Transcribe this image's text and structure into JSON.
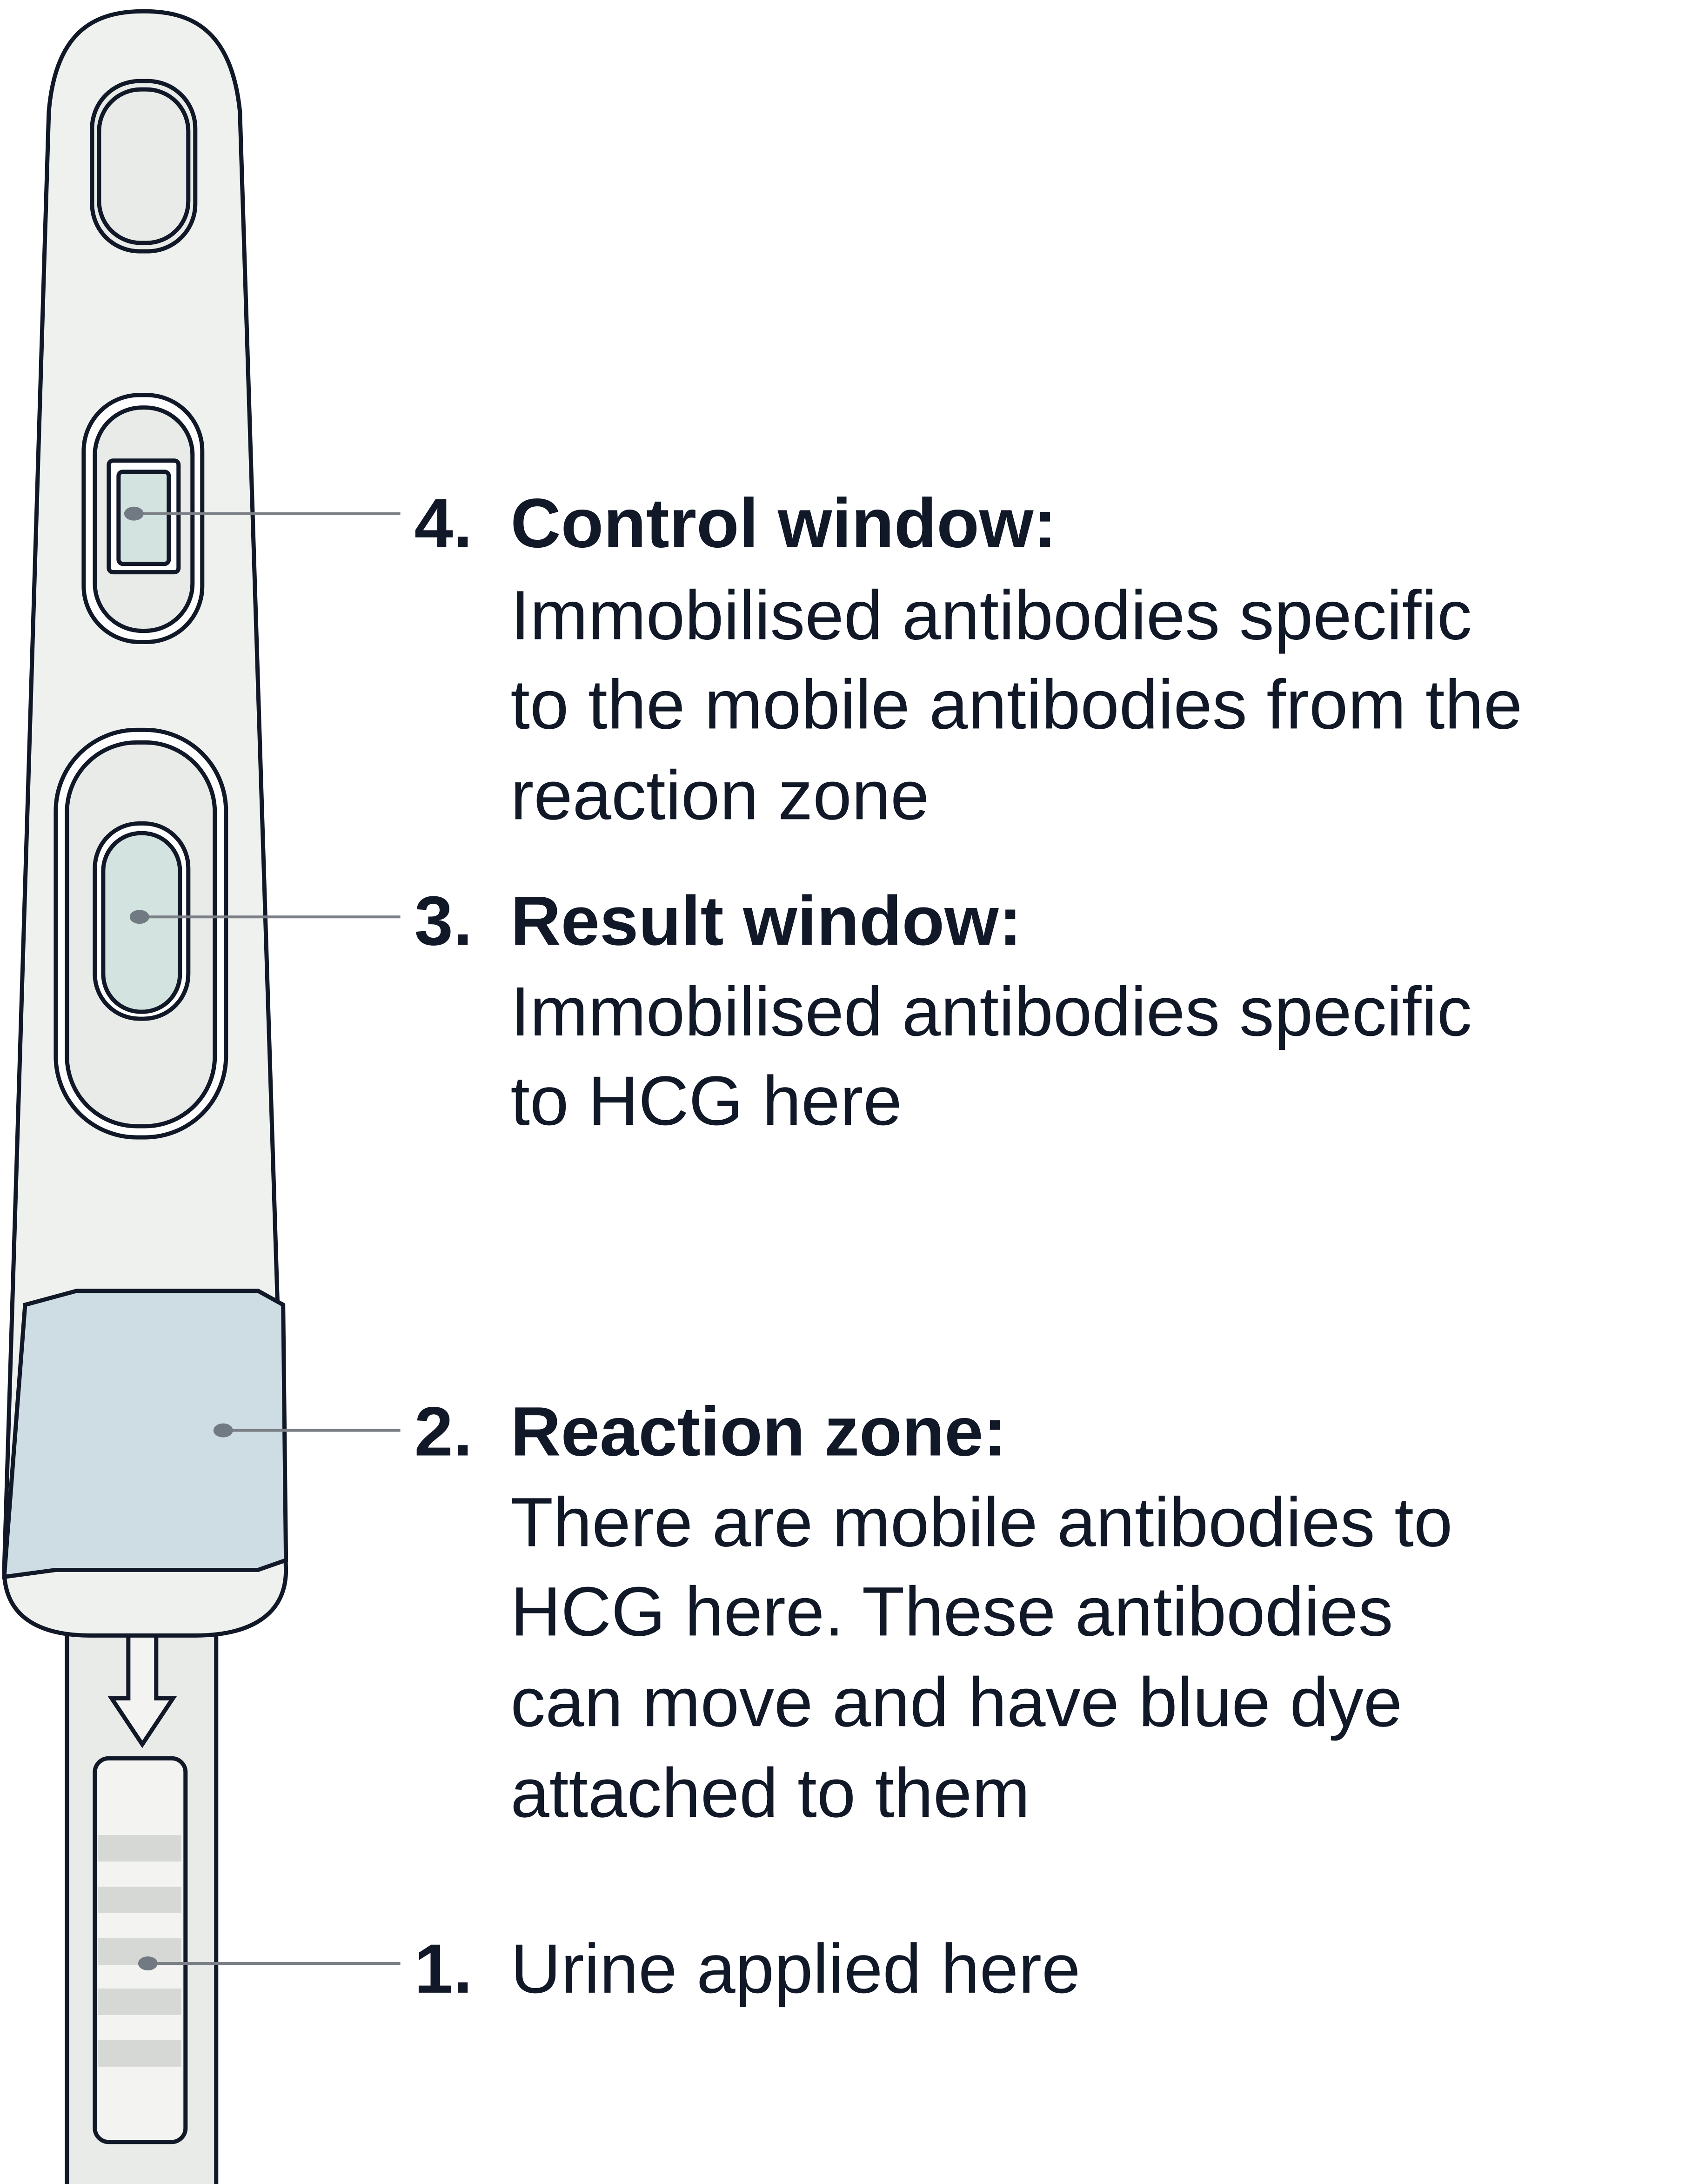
{
  "labels": [
    {
      "number": "4.",
      "title": "Control window:",
      "lines": [
        "Immobilised antibodies specific",
        "to the mobile antibodies from the",
        "reaction zone"
      ]
    },
    {
      "number": "3.",
      "title": "Result window:",
      "lines": [
        "Immobilised antibodies specific",
        "to HCG here"
      ]
    },
    {
      "number": "2.",
      "title": "Reaction zone:",
      "lines": [
        "There are mobile antibodies to",
        "HCG here. These antibodies",
        "can move and have blue dye",
        "attached to them"
      ]
    },
    {
      "number": "1.",
      "title": "",
      "lines": [
        "Urine applied here"
      ]
    }
  ],
  "colors": {
    "body": "#eff1ee",
    "reaction_zone": "#cedce4",
    "window": "#d3e3df",
    "outline": "#111827",
    "leader": "#7b7f86"
  }
}
